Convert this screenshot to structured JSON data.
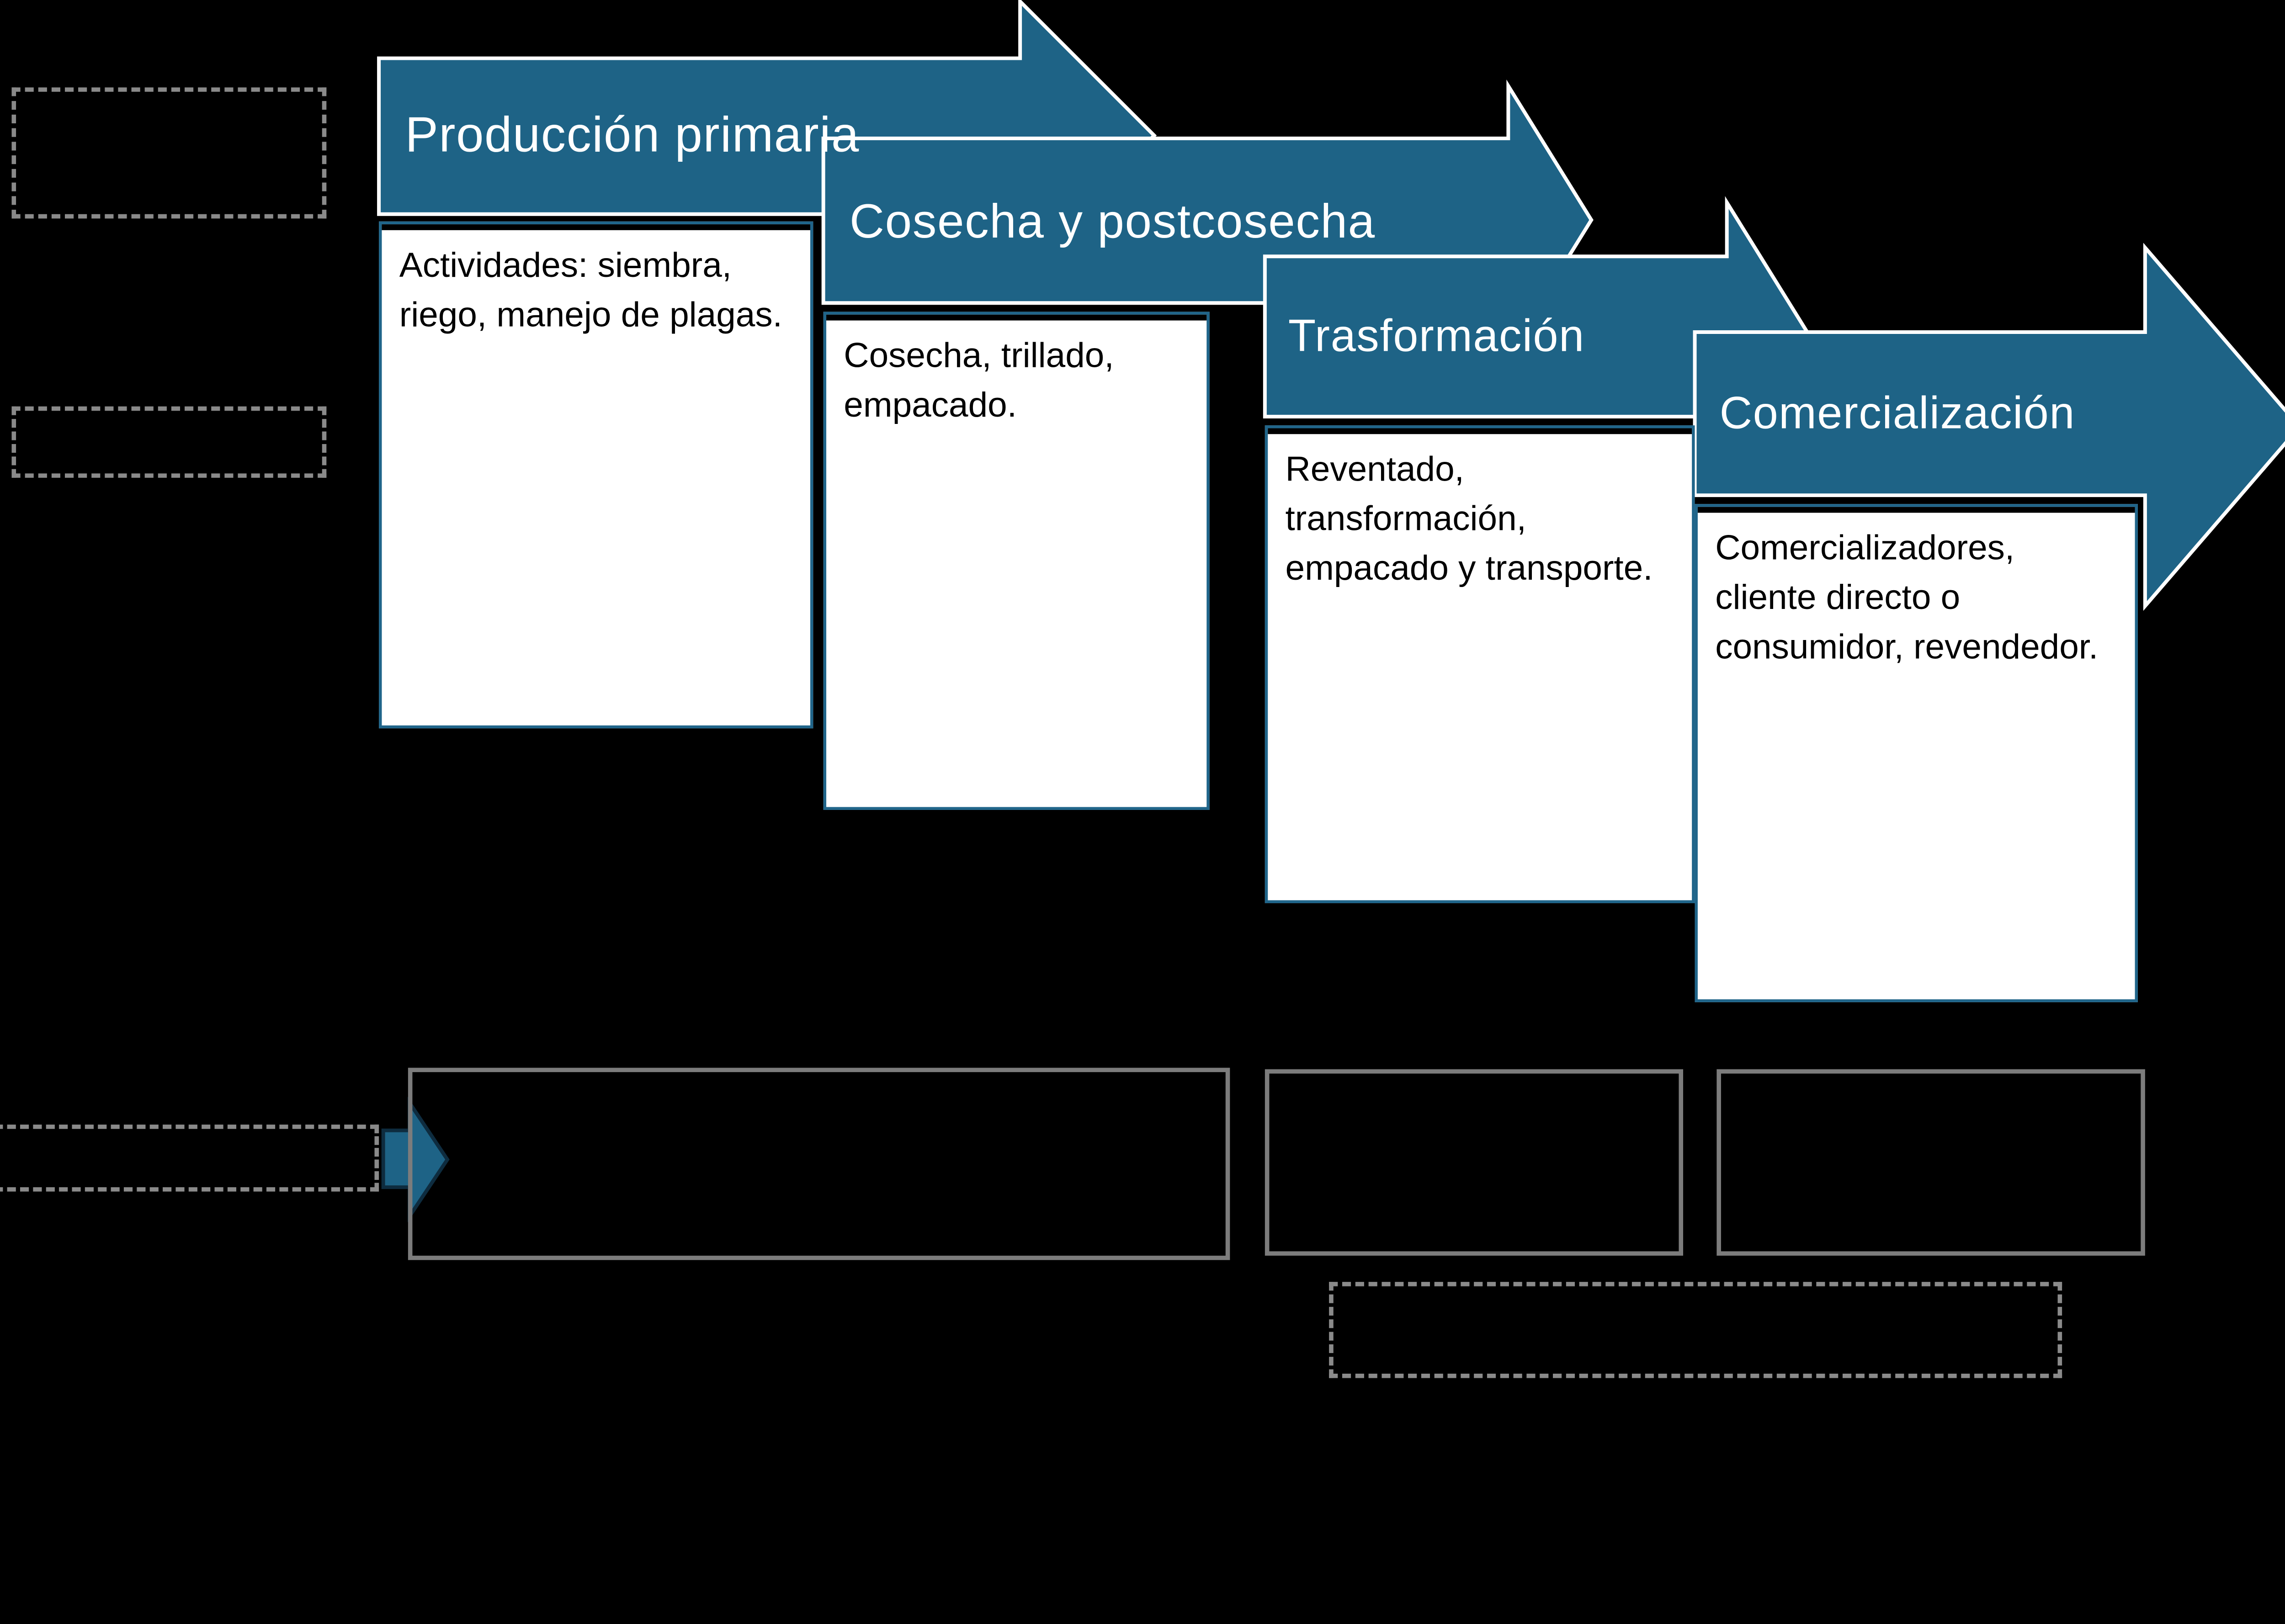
{
  "steps": [
    {
      "id": "produccion-primaria",
      "title": "Producción primaria",
      "body": "Actividades: siembra, riego, manejo de plagas."
    },
    {
      "id": "cosecha-postcosecha",
      "title": "Cosecha y postcosecha",
      "body": "Cosecha, trillado, empacado."
    },
    {
      "id": "trasformacion",
      "title": "Trasformación",
      "body": "Reventado, transformación, empacado y transporte."
    },
    {
      "id": "comercializacion",
      "title": "Comercialización",
      "body": "Comercializadores, cliente directo o consumidor, revendedor."
    }
  ],
  "colors": {
    "accent": "#1E6386",
    "bannerOutline": "#FFFFFF",
    "arrowOutline": "#0E2C3F",
    "boxBorder": "#20658A",
    "boxTopBar": "#000000",
    "dashedBorder": "#8A8A8A",
    "solidBorder": "#7C7C7C",
    "background": "#000000",
    "boxBackground": "#FFFFFF",
    "bodyText": "#000000",
    "titleText": "#FFFFFF"
  }
}
